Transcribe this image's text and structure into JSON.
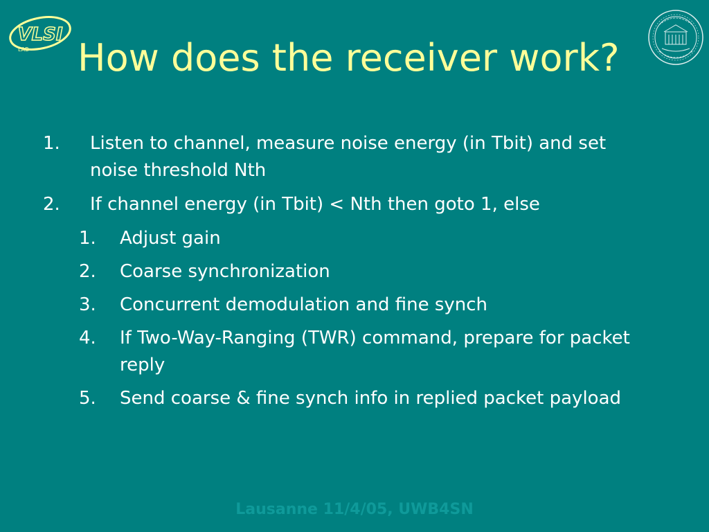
{
  "logo_left": {
    "text": "VLSI",
    "subtext": "LAB"
  },
  "title": "How does the receiver work?",
  "items": [
    {
      "num": "1.",
      "text": "Listen to channel, measure noise energy (in Tbit) and set noise threshold Nth"
    },
    {
      "num": "2.",
      "text": "If channel energy (in Tbit) < Nth then goto 1, else"
    }
  ],
  "sub_items": [
    {
      "num": "1.",
      "text": "Adjust gain"
    },
    {
      "num": "2.",
      "text": "Coarse synchronization"
    },
    {
      "num": "3.",
      "text": "Concurrent demodulation and fine synch"
    },
    {
      "num": "4.",
      "text": "If Two-Way-Ranging (TWR) command, prepare for packet reply"
    },
    {
      "num": "5.",
      "text": "Send coarse & fine synch info in replied packet payload"
    }
  ],
  "footer": "Lausanne 11/4/05, UWB4SN",
  "colors": {
    "background": "#008080",
    "title": "#ffff99",
    "body_text": "#ffffff",
    "footer": "#0f9a9a"
  }
}
